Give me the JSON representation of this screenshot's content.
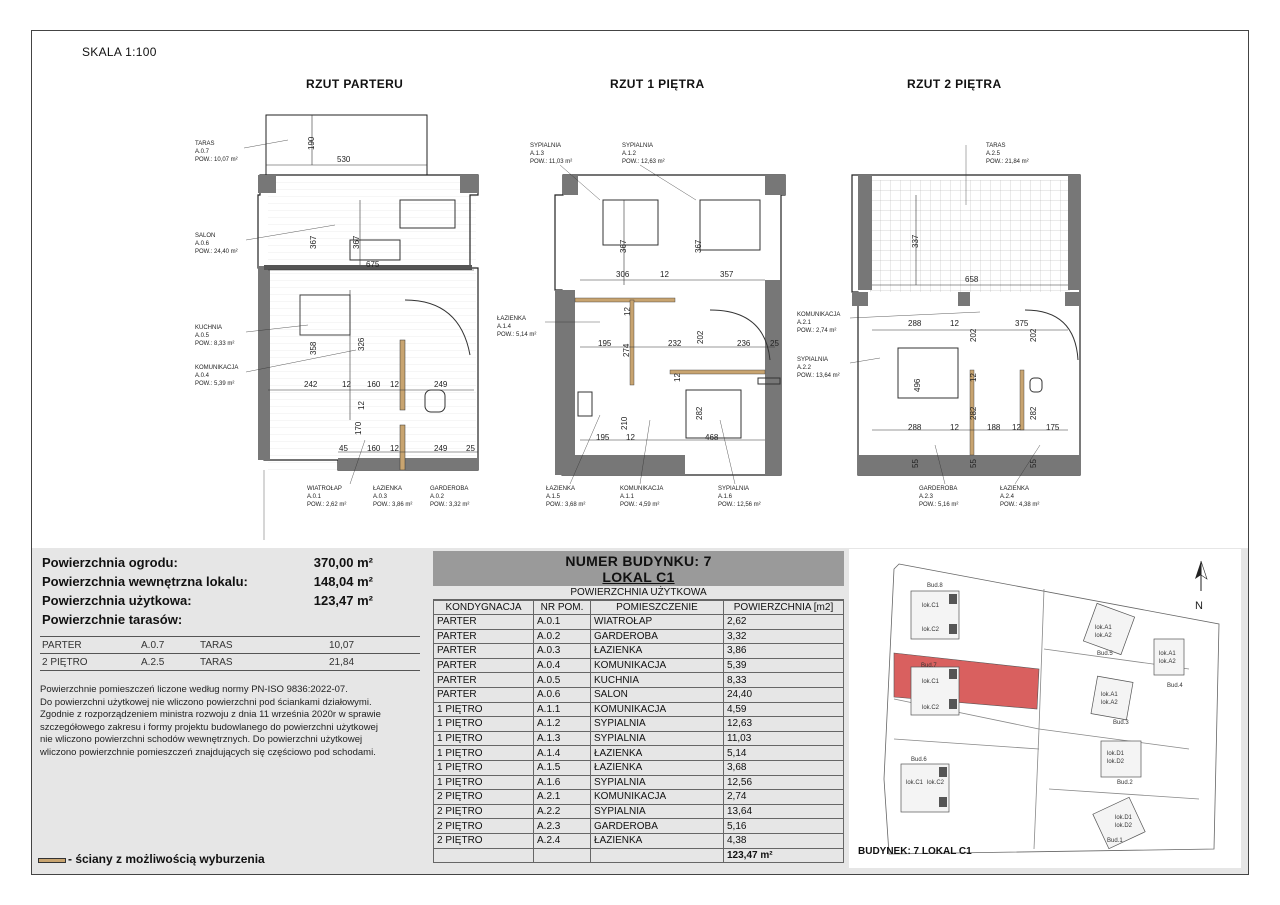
{
  "scale_label": "SKALA 1:100",
  "plans": [
    {
      "title": "RZUT PARTERU"
    },
    {
      "title": "RZUT 1 PIĘTRA"
    },
    {
      "title": "RZUT 2 PIĘTRA"
    }
  ],
  "plan_labels": {
    "ground": [
      {
        "line1": "TARAS",
        "line2": "A.0.7",
        "line3": "POW.: 10,07 m²"
      },
      {
        "line1": "SALON",
        "line2": "A.0.6",
        "line3": "POW.: 24,40 m²"
      },
      {
        "line1": "KUCHNIA",
        "line2": "A.0.5",
        "line3": "POW.: 8,33 m²"
      },
      {
        "line1": "KOMUNIKACJA",
        "line2": "A.0.4",
        "line3": "POW.: 5,39 m²"
      },
      {
        "line1": "WIATROŁAP",
        "line2": "A.0.1",
        "line3": "POW.: 2,62 m²"
      },
      {
        "line1": "ŁAZIENKA",
        "line2": "A.0.3",
        "line3": "POW.: 3,86 m²"
      },
      {
        "line1": "GARDEROBA",
        "line2": "A.0.2",
        "line3": "POW.: 3,32 m²"
      }
    ],
    "first": [
      {
        "line1": "SYPIALNIA",
        "line2": "A.1.3",
        "line3": "POW.: 11,03 m²"
      },
      {
        "line1": "SYPIALNIA",
        "line2": "A.1.2",
        "line3": "POW.: 12,63 m²"
      },
      {
        "line1": "ŁAZIENKA",
        "line2": "A.1.4",
        "line3": "POW.: 5,14 m²"
      },
      {
        "line1": "ŁAZIENKA",
        "line2": "A.1.5",
        "line3": "POW.: 3,68 m²"
      },
      {
        "line1": "KOMUNIKACJA",
        "line2": "A.1.1",
        "line3": "POW.: 4,59 m²"
      },
      {
        "line1": "SYPIALNIA",
        "line2": "A.1.6",
        "line3": "POW.: 12,56 m²"
      }
    ],
    "second": [
      {
        "line1": "TARAS",
        "line2": "A.2.5",
        "line3": "POW.: 21,84 m²"
      },
      {
        "line1": "KOMUNIKACJA",
        "line2": "A.2.1",
        "line3": "POW.: 2,74 m²"
      },
      {
        "line1": "SYPIALNIA",
        "line2": "A.2.2",
        "line3": "POW.: 13,64 m²"
      },
      {
        "line1": "GARDEROBA",
        "line2": "A.2.3",
        "line3": "POW.: 5,16 m²"
      },
      {
        "line1": "ŁAZIENKA",
        "line2": "A.2.4",
        "line3": "POW.: 4,38 m²"
      }
    ]
  },
  "dimensions": {
    "ground": [
      "190",
      "530",
      "367",
      "367",
      "675",
      "358",
      "326",
      "242",
      "12",
      "160",
      "12",
      "249",
      "12",
      "170",
      "45",
      "160",
      "12",
      "249",
      "25"
    ],
    "first": [
      "367",
      "367",
      "306",
      "12",
      "357",
      "195",
      "274",
      "232",
      "202",
      "236",
      "25",
      "12",
      "210",
      "195",
      "12",
      "468",
      "282",
      "12"
    ],
    "second": [
      "337",
      "658",
      "288",
      "12",
      "375",
      "202",
      "202",
      "496",
      "12",
      "288",
      "12",
      "188",
      "12",
      "175",
      "282",
      "282",
      "55",
      "55",
      "55"
    ]
  },
  "stats": [
    {
      "label": "Powierzchnia ogrodu:",
      "value": "370,00 m²"
    },
    {
      "label": "Powierzchnia wewnętrzna lokalu:",
      "value": "148,04 m²"
    },
    {
      "label": "Powierzchnia użytkowa:",
      "value": "123,47 m²"
    },
    {
      "label": "Powierzchnie tarasów:",
      "value": ""
    }
  ],
  "terraces": [
    [
      "PARTER",
      "A.0.7",
      "TARAS",
      "10,07"
    ],
    [
      "2 PIĘTRO",
      "A.2.5",
      "TARAS",
      "21,84"
    ]
  ],
  "notes": [
    "Powierzchnie pomieszczeń liczone według normy PN-ISO 9836:2022-07.",
    "Do powierzchni użytkowej nie wliczono powierzchni pod ściankami działowymi.",
    "Zgodnie z rozporządzeniem ministra rozwoju z dnia 11 września 2020r w sprawie",
    "szczegółowego zakresu i formy projektu budowlanego do powierzchni użytkowej",
    "nie wliczono powierzchni schodów wewnętrznych. Do powierzchni użytkowej",
    "wliczono powierzchnie pomieszczeń znajdujących się częściowo pod schodami."
  ],
  "legend_text": "- ściany z możliwością wyburzenia",
  "rooms_table": {
    "heading_line1": "NUMER BUDYNKU: 7",
    "heading_line2": "LOKAL C1",
    "subheading": "POWIERZCHNIA UŻYTKOWA",
    "columns": [
      "KONDYGNACJA",
      "NR POM.",
      "POMIESZCZENIE",
      "POWIERZCHNIA [m2]"
    ],
    "rows": [
      [
        "PARTER",
        "A.0.1",
        "WIATROŁAP",
        "2,62"
      ],
      [
        "PARTER",
        "A.0.2",
        "GARDEROBA",
        "3,32"
      ],
      [
        "PARTER",
        "A.0.3",
        "ŁAZIENKA",
        "3,86"
      ],
      [
        "PARTER",
        "A.0.4",
        "KOMUNIKACJA",
        "5,39"
      ],
      [
        "PARTER",
        "A.0.5",
        "KUCHNIA",
        "8,33"
      ],
      [
        "PARTER",
        "A.0.6",
        "SALON",
        "24,40"
      ],
      [
        "1 PIĘTRO",
        "A.1.1",
        "KOMUNIKACJA",
        "4,59"
      ],
      [
        "1 PIĘTRO",
        "A.1.2",
        "SYPIALNIA",
        "12,63"
      ],
      [
        "1 PIĘTRO",
        "A.1.3",
        "SYPIALNIA",
        "11,03"
      ],
      [
        "1 PIĘTRO",
        "A.1.4",
        "ŁAZIENKA",
        "5,14"
      ],
      [
        "1 PIĘTRO",
        "A.1.5",
        "ŁAZIENKA",
        "3,68"
      ],
      [
        "1 PIĘTRO",
        "A.1.6",
        "SYPIALNIA",
        "12,56"
      ],
      [
        "2 PIĘTRO",
        "A.2.1",
        "KOMUNIKACJA",
        "2,74"
      ],
      [
        "2 PIĘTRO",
        "A.2.2",
        "SYPIALNIA",
        "13,64"
      ],
      [
        "2 PIĘTRO",
        "A.2.3",
        "GARDEROBA",
        "5,16"
      ],
      [
        "2 PIĘTRO",
        "A.2.4",
        "ŁAZIENKA",
        "4,38"
      ]
    ],
    "total": "123,47 m²"
  },
  "site_map": {
    "caption": "BUDYNEK: 7 LOKAL C1",
    "north": "N",
    "buildings": [
      {
        "name": "Bud.8",
        "units": [
          "lok.C1",
          "lok.C2"
        ]
      },
      {
        "name": "Bud.5",
        "units": [
          "lok.A1",
          "lok.A2"
        ]
      },
      {
        "name": "Bud.4",
        "units": [
          "lok.A1",
          "lok.A2"
        ]
      },
      {
        "name": "Bud.7",
        "units": [
          "lok.C1",
          "lok.C2"
        ]
      },
      {
        "name": "Bud.3",
        "units": [
          "lok.A1",
          "lok.A2"
        ]
      },
      {
        "name": "Bud.6",
        "units": [
          "lok.C1",
          "lok.C2"
        ]
      },
      {
        "name": "Bud.2",
        "units": [
          "lok.D1",
          "lok.D2"
        ]
      },
      {
        "name": "Bud.1",
        "units": [
          "lok.D1",
          "lok.D2"
        ]
      }
    ],
    "highlight_color": "#d9605f"
  }
}
